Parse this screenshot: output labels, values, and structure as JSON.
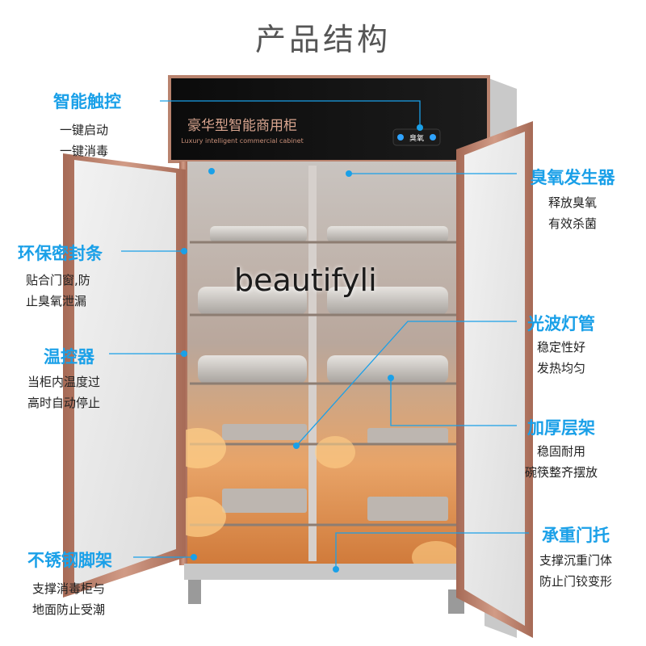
{
  "page_title": "产品结构",
  "watermark": "beautifyli",
  "cabinet": {
    "brand_cn": "豪华型智能商用柜",
    "brand_en": "Luxury intelligent commercial cabinet",
    "panel_label": "臭氧"
  },
  "callouts": {
    "smart_touch": {
      "title": "智能触控",
      "lines": [
        "一键启动",
        "一键消毒"
      ]
    },
    "seal_strip": {
      "title": "环保密封条",
      "lines": [
        "贴合门窗,防",
        "止臭氧泄漏"
      ]
    },
    "thermostat": {
      "title": "温控器",
      "lines": [
        "当柜内温度过",
        "高时自动停止"
      ]
    },
    "stainless_feet": {
      "title": "不锈钢脚架",
      "lines": [
        "支撑消毒柜与",
        "地面防止受潮"
      ]
    },
    "ozone_generator": {
      "title": "臭氧发生器",
      "lines": [
        "释放臭氧",
        "有效杀菌"
      ]
    },
    "light_tube": {
      "title": "光波灯管",
      "lines": [
        "稳定性好",
        "发热均匀"
      ]
    },
    "thick_shelf": {
      "title": "加厚层架",
      "lines": [
        "稳固耐用",
        "碗筷整齐摆放"
      ]
    },
    "door_support": {
      "title": "承重门托",
      "lines": [
        "支撑沉重门体",
        "防止门铰变形"
      ]
    }
  },
  "colors": {
    "accent": "#1aa0e8",
    "frame": "#b87a66",
    "glass_glow": "#ff9a3c",
    "top_panel": "#111111"
  }
}
